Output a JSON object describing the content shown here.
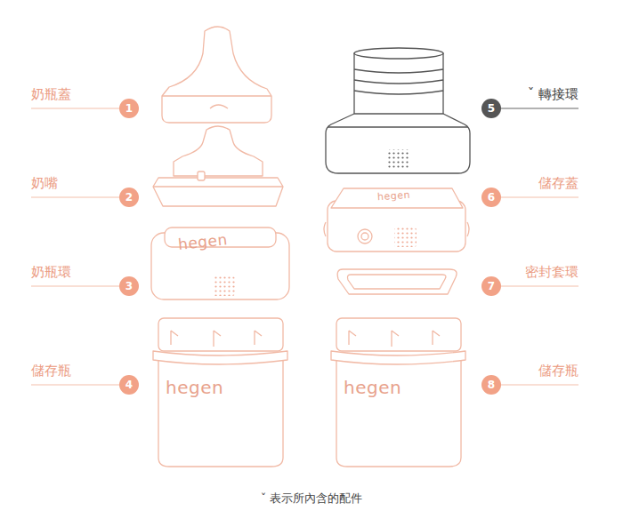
{
  "diagram": {
    "caption": "ˇ 表示所內含的配件",
    "labels": [
      "奶瓶蓋",
      "1",
      "奶嘴",
      "2",
      "奶瓶環",
      "3",
      "儲存瓶",
      "4",
      "5",
      "ˇ 轉接環",
      "儲存蓋",
      "6",
      "密封套環",
      "7",
      "儲存瓶",
      "8",
      "hegen",
      "hegen",
      "hegen",
      "hegen"
    ]
  }
}
